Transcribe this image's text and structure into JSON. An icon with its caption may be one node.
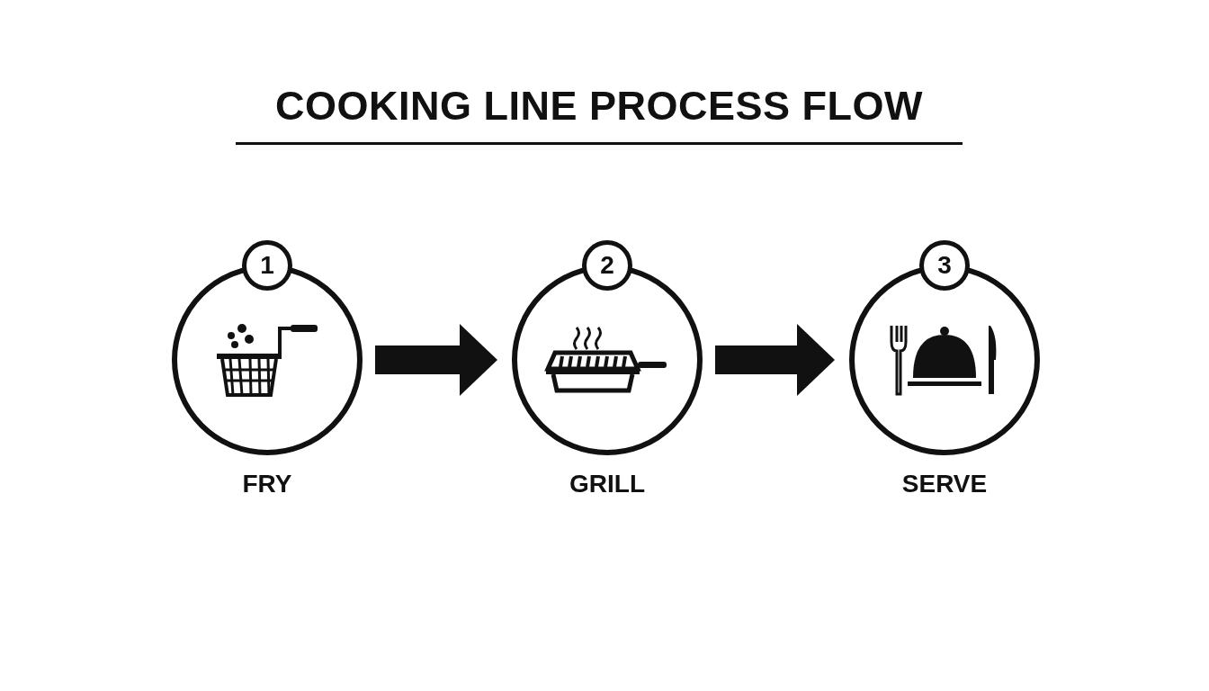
{
  "diagram": {
    "title": "COOKING LINE PROCESS FLOW",
    "nodes": [
      {
        "text": [
          "1",
          "FRY"
        ]
      },
      {
        "text": [
          "2",
          "GRILL"
        ]
      },
      {
        "text": [
          "3",
          "SERVE"
        ]
      }
    ],
    "edges": [
      {
        "from": 0,
        "to": 1,
        "arrow": "to"
      },
      {
        "from": 1,
        "to": 2,
        "arrow": "to"
      }
    ]
  }
}
